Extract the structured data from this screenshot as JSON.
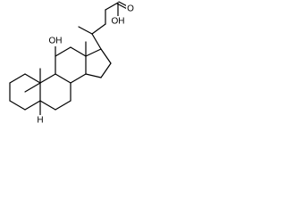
{
  "structure": {
    "labels": {
      "carboxyl_oxygen": "O",
      "hydroxyl_acid": "OH",
      "hydroxyl_ring": "OH",
      "stereo_h": "H"
    }
  }
}
